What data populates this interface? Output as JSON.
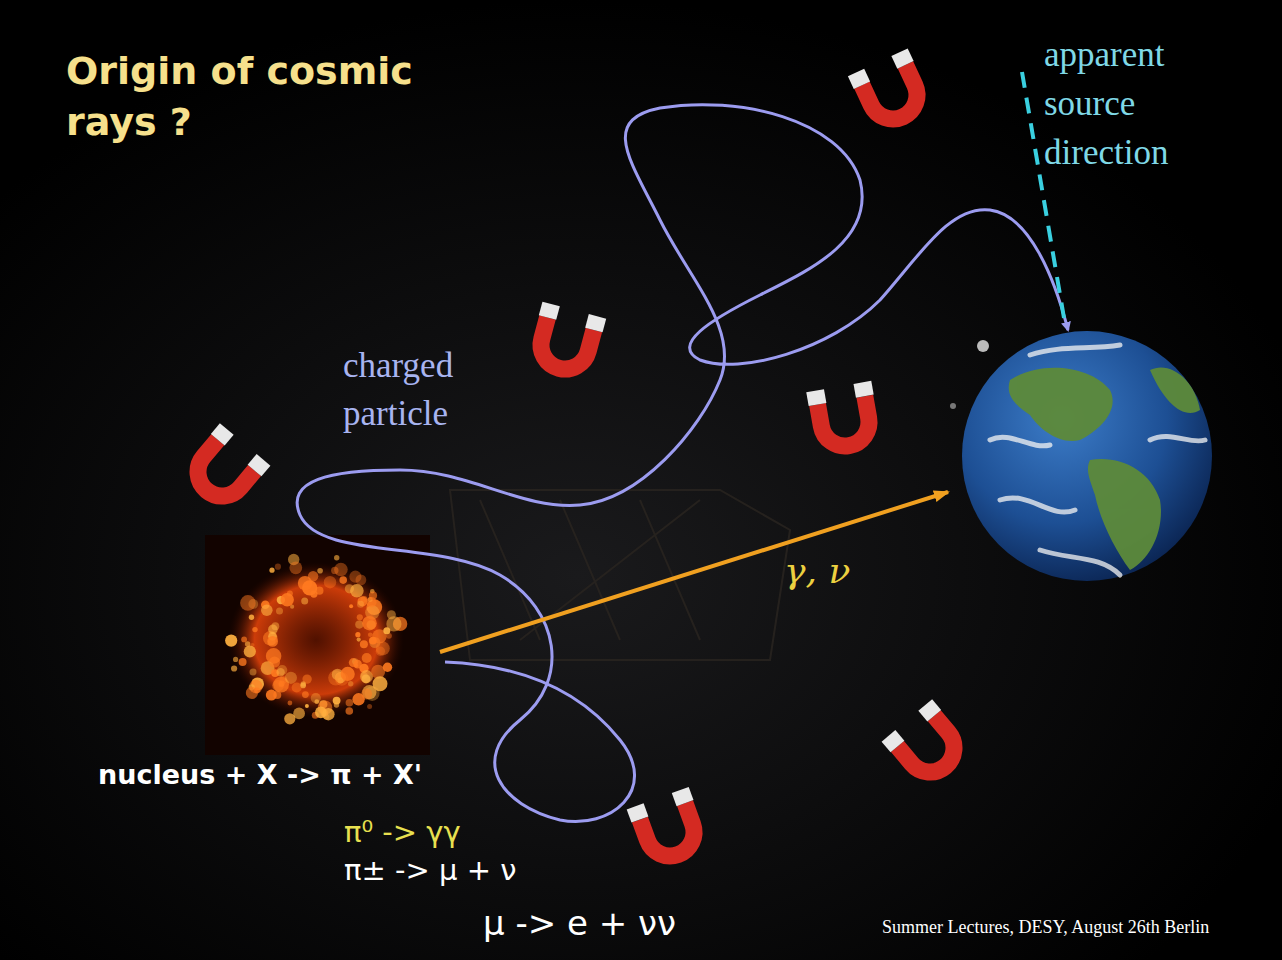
{
  "diagram": {
    "title": "Origin of cosmic rays ?",
    "labels": [
      "apparent source direction",
      "charged particle",
      "γ, ν",
      "nucleus + X -> π + X'",
      "π⁰ -> γγ",
      "π± -> μ + ν",
      "μ -> e + νν",
      "Summer Lectures, DESY, August 26th Berlin"
    ]
  }
}
